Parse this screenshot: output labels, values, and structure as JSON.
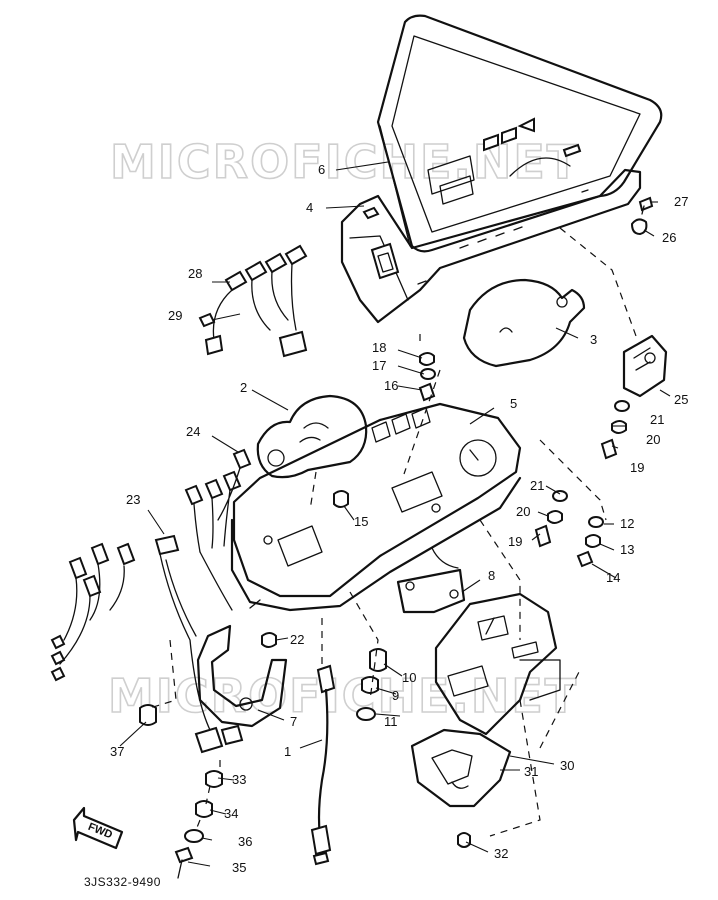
{
  "watermark": {
    "text_top": "MICROFICHE.NET",
    "text_bottom": "MICROFICHE.NET"
  },
  "diagram_code": "3JS332-9490",
  "direction_marker": "FWD",
  "callouts": {
    "c1": "1",
    "c2": "2",
    "c3": "3",
    "c4": "4",
    "c5": "5",
    "c6": "6",
    "c7": "7",
    "c8": "8",
    "c9": "9",
    "c10": "10",
    "c11": "11",
    "c12": "12",
    "c13": "13",
    "c14": "14",
    "c15": "15",
    "c16": "16",
    "c17": "17",
    "c18": "18",
    "c19a": "19",
    "c19b": "19",
    "c20a": "20",
    "c20b": "20",
    "c21a": "21",
    "c21b": "21",
    "c22": "22",
    "c23": "23",
    "c24": "24",
    "c25": "25",
    "c26": "26",
    "c27": "27",
    "c28": "28",
    "c29": "29",
    "c30": "30",
    "c31": "31",
    "c32": "32",
    "c33": "33",
    "c34": "34",
    "c35": "35",
    "c36": "36",
    "c37": "37"
  }
}
